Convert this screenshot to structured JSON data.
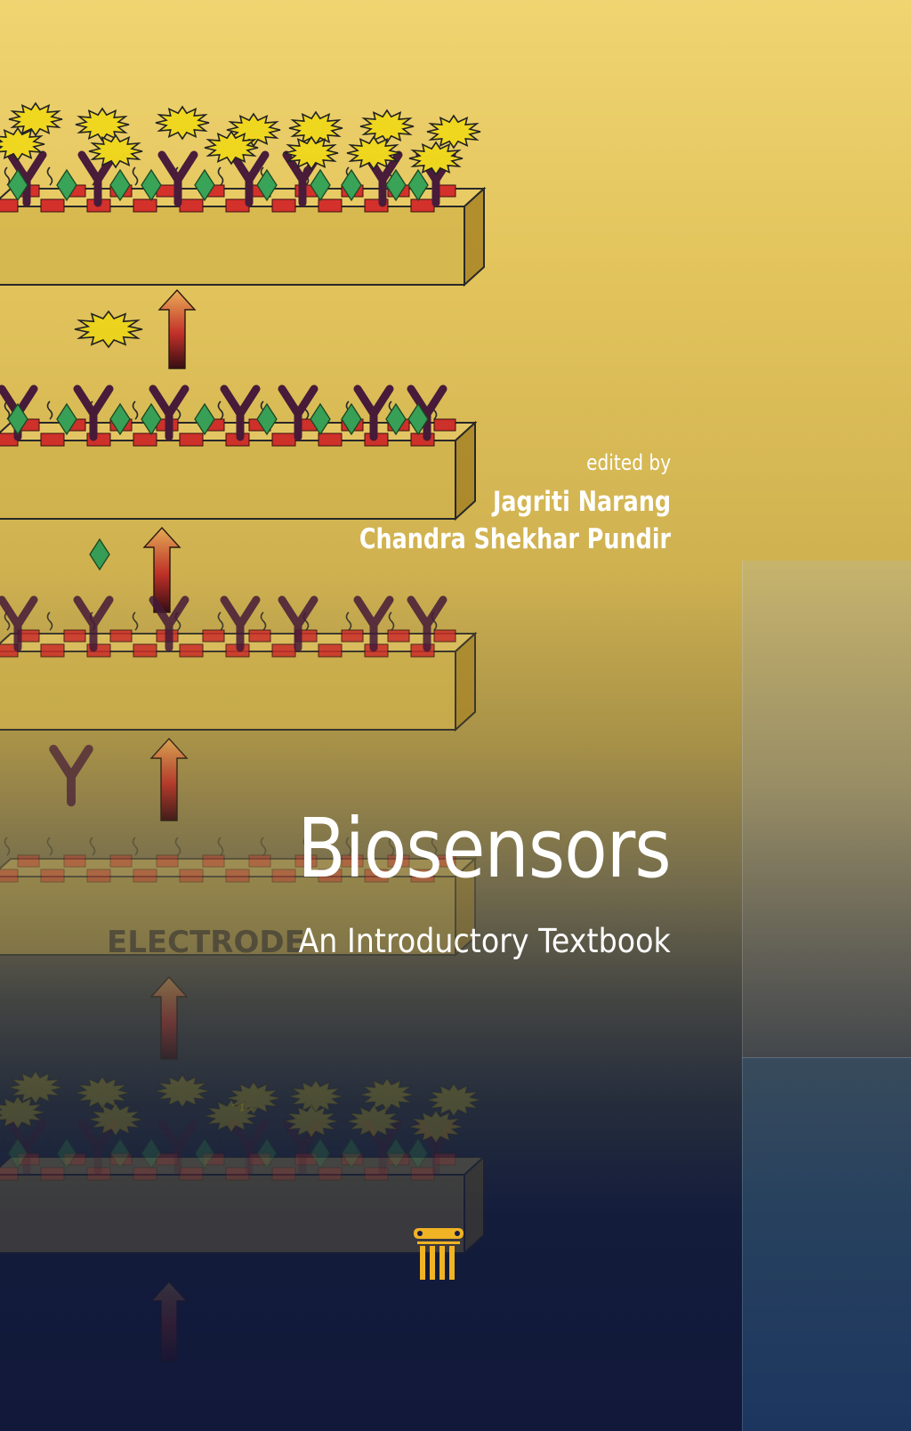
{
  "cover": {
    "edited_by_label": "edited by",
    "editors": [
      "Jagriti Narang",
      "Chandra Shekhar Pundir"
    ],
    "title": "Biosensors",
    "subtitle": "An Introductory Textbook",
    "illustration_label": "ELECTRODE",
    "publisher_logo_icon": "pillar-logo-icon"
  },
  "colors": {
    "gold_background": "#efd471",
    "navy_background": "#151c44",
    "antigen_star": "#f3da1f",
    "antibody": "#4a1c3b",
    "green_marker": "#3aa65a",
    "red_block": "#d8322c",
    "logo_gold": "#f0b323",
    "text": "#ffffff"
  }
}
